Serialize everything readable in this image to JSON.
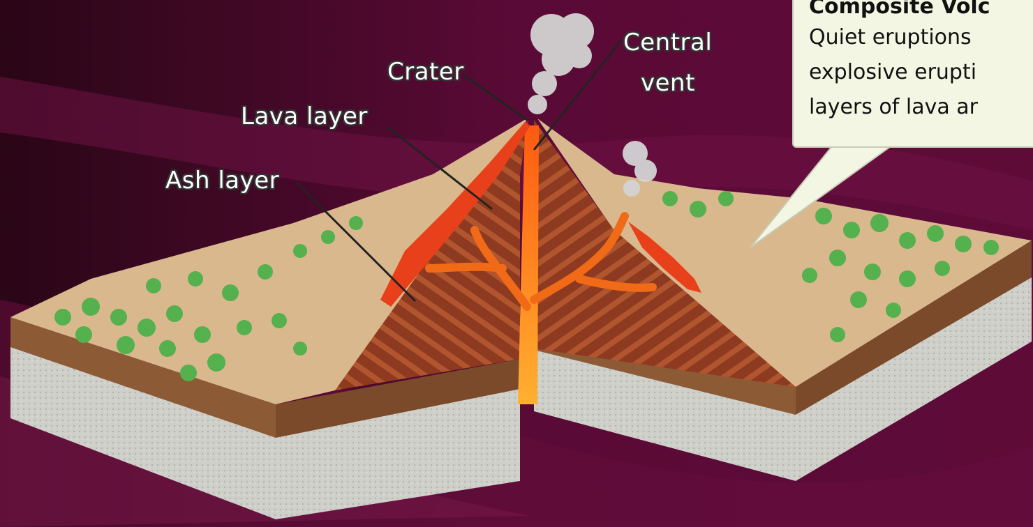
{
  "labels": {
    "crater": "Crater",
    "central_vent_line1": "Central",
    "central_vent_line2": "vent",
    "lava_layer": "Lava layer",
    "ash_layer": "Ash layer"
  },
  "callout": {
    "title": "Composite Volc",
    "line1": "Quiet eruptions",
    "line2": "explosive erupti",
    "line3": "layers of lava ar"
  },
  "colors": {
    "background": "#4a0a2c",
    "ground": "#d7b58c",
    "cutaway": "#8a3a22",
    "lava": "#f04a14",
    "rock": "#cfcfca",
    "vegetation": "#4fae4a",
    "callout_bg": "#f4f6e4"
  }
}
